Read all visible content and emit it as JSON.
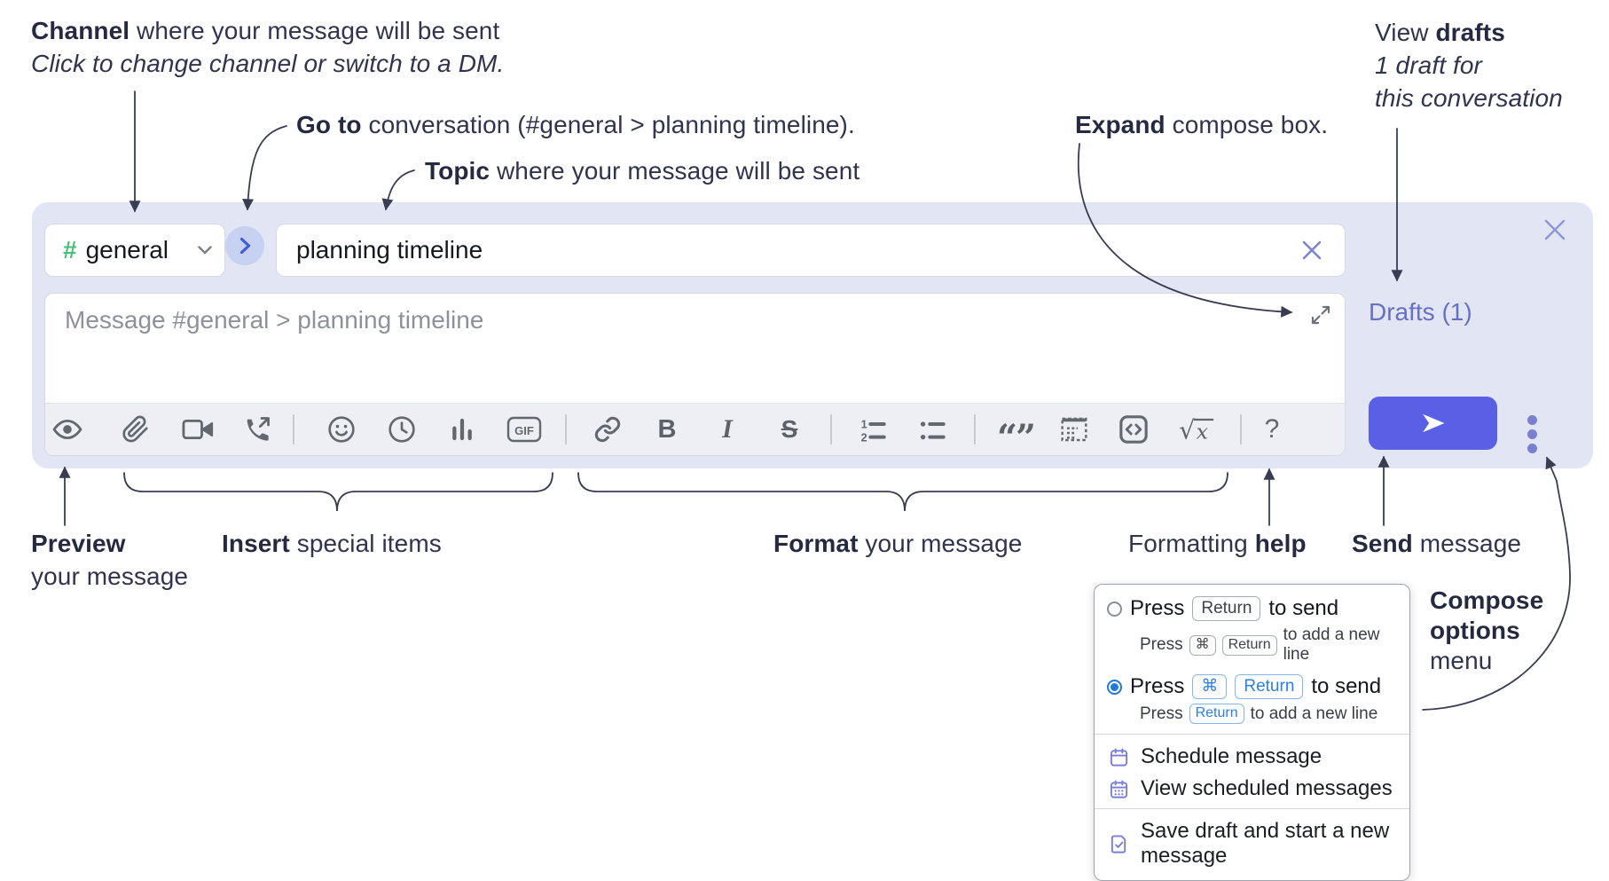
{
  "colors": {
    "accent_send": "#5a60e6",
    "compose_bg": "#e2e5f4",
    "drafts_link": "#6870c6",
    "channel_hash_green": "#4cbe7c",
    "selected_radio_blue": "#2179d8",
    "menu_icon_purple": "#7a7fd4"
  },
  "annotations": {
    "channel": {
      "bold": "Channel",
      "rest": " where your message will be sent",
      "line2": "Click to change channel or switch to a DM."
    },
    "goto": {
      "bold": "Go to",
      "rest": " conversation (#general > planning timeline)."
    },
    "topic": {
      "bold": "Topic",
      "rest": " where your message will be sent"
    },
    "expand": {
      "bold": "Expand",
      "rest": " compose box."
    },
    "drafts": {
      "pre": "View ",
      "bold": "drafts",
      "line2": "1 draft for",
      "line3": "this conversation"
    },
    "preview": {
      "bold": "Preview",
      "line2": "your message"
    },
    "insert": {
      "bold": "Insert",
      "rest": " special items"
    },
    "format": {
      "bold": "Format",
      "rest": " your message"
    },
    "help": {
      "pre": "Formatting ",
      "bold": "help"
    },
    "send": {
      "bold": "Send",
      "rest": " message"
    },
    "compose_options": {
      "bold1": "Compose",
      "bold2": "options",
      "line3": "menu"
    }
  },
  "compose": {
    "channel": {
      "hash": "#",
      "name": "general"
    },
    "topic_value": "planning timeline",
    "message_placeholder": "Message #general > planning timeline",
    "drafts_link": "Drafts (1)",
    "toolbar": {
      "gif_label": "GIF",
      "bold_label": "B",
      "italic_label": "I",
      "strike_label": "S",
      "help_label": "?",
      "math_radical": "√",
      "math_x": "x",
      "quote_glyphs": "“”"
    }
  },
  "popup": {
    "options": [
      {
        "selected": false,
        "main_pre": "Press",
        "main_key": "Return",
        "main_post": "to send",
        "sub_pre": "Press",
        "sub_key1": "⌘",
        "sub_key2": "Return",
        "sub_post": "to add a new line"
      },
      {
        "selected": true,
        "main_pre": "Press",
        "main_key1": "⌘",
        "main_key2": "Return",
        "main_post": "to send",
        "sub_pre": "Press",
        "sub_key": "Return",
        "sub_post": "to add a new line"
      }
    ],
    "items": [
      "Schedule message",
      "View scheduled messages",
      "Save draft and start a new message"
    ]
  }
}
